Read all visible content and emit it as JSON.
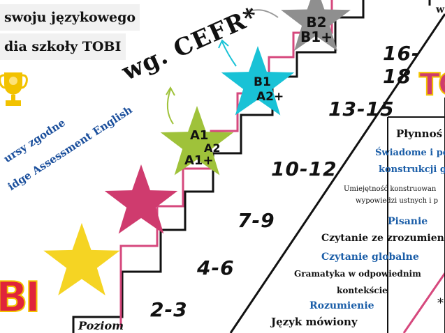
{
  "banner": {
    "line1": "swoju językowego",
    "line2": "dia szkoły TOBI"
  },
  "cefr_label": "wg. CEFR*",
  "courses_text": {
    "line1": "ursy zgodne",
    "line2": "idge Assessment English"
  },
  "stars": {
    "b2": {
      "line1": "B2",
      "line2": "B1+",
      "color": "#8f8f8f"
    },
    "b1": {
      "line1": "B1",
      "line2": "A2+",
      "color": "#19c2d6"
    },
    "a1": {
      "line1": "A1",
      "line2": "A2",
      "line3": "A1+",
      "color": "#9fc23a"
    },
    "pink": {
      "color": "#cf3b6e"
    },
    "yellow": {
      "color": "#f5d423"
    }
  },
  "ages": [
    "2-3",
    "4-6",
    "7-9",
    "10-12",
    "13-15",
    "16-18"
  ],
  "poziom_label": "Poziom",
  "top_right_fragment": "w",
  "logo_left": "BI",
  "logo_right": "TO",
  "skills": {
    "plynnosc": "Płynnoś",
    "swiadome_1": "Świadome i po",
    "swiadome_2": "konstrukcji gr",
    "umiejetnosc_1": "Umiejętność konstruowan",
    "umiejetnosc_2": "wypowiedzi ustnych i p",
    "pisanie": "Pisanie",
    "czytanie_zrozum": "Czytanie ze zrozumienie",
    "czytanie_glob": "Czytanie globalne",
    "gramatyka_1": "Gramatyka w odpowiednim",
    "gramatyka_2": "kontekście",
    "rozumienie": "Rozumienie",
    "jezyk": "Język mówiony",
    "asterisk": "*"
  }
}
